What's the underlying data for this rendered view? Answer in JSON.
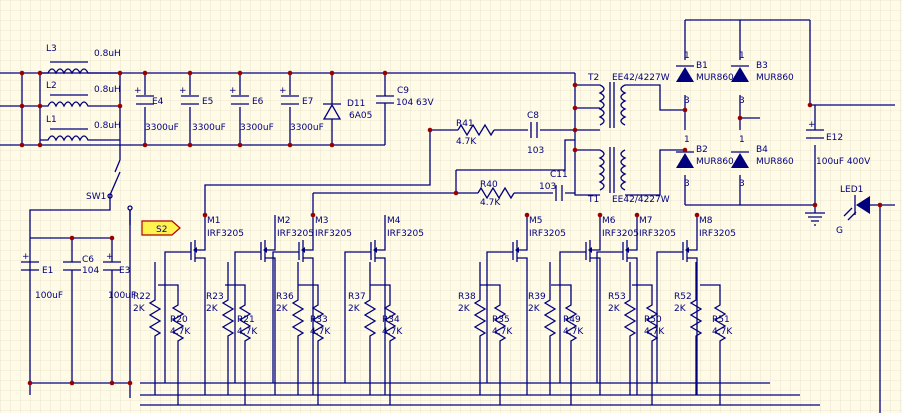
{
  "colors": {
    "background": "#fffbe6",
    "grid": "#d9d3bf",
    "wire": "#00007f",
    "pin": "#b00000",
    "label": "#00007f"
  },
  "inductors": [
    {
      "ref": "L3",
      "value": "0.8uH"
    },
    {
      "ref": "L2",
      "value": "0.8uH"
    },
    {
      "ref": "L1",
      "value": "0.8uH"
    }
  ],
  "caps": {
    "e4": {
      "ref": "E4",
      "value": "3300uF"
    },
    "e5": {
      "ref": "E5",
      "value": "3300uF"
    },
    "e6": {
      "ref": "E6",
      "value": "3300uF"
    },
    "e7": {
      "ref": "E7",
      "value": "3300uF"
    },
    "c9": {
      "ref": "C9",
      "value": "104 63V"
    },
    "c8": {
      "ref": "C8",
      "value": "103"
    },
    "c11": {
      "ref": "C11",
      "value": "103"
    },
    "e1": {
      "ref": "E1",
      "value": "100uF"
    },
    "c6": {
      "ref": "C6",
      "value": "104"
    },
    "e3": {
      "ref": "E3",
      "value": "100uF"
    },
    "e12": {
      "ref": "E12",
      "value": "100uF 400V"
    }
  },
  "diodes": {
    "d11": {
      "ref": "D11",
      "value": "6A05"
    },
    "b1": {
      "ref": "B1",
      "value": "MUR860"
    },
    "b2": {
      "ref": "B2",
      "value": "MUR860"
    },
    "b3": {
      "ref": "B3",
      "value": "MUR860"
    },
    "b4": {
      "ref": "B4",
      "value": "MUR860"
    },
    "pin1": "1",
    "pin3": "3"
  },
  "transformers": {
    "t2": {
      "ref": "T2",
      "value": "EE42/4227W"
    },
    "t1": {
      "ref": "T1",
      "value": "EE42/4227W"
    }
  },
  "resistors_series": {
    "r41": {
      "ref": "R41",
      "value": "4.7K"
    },
    "r40": {
      "ref": "R40",
      "value": "4.7K"
    }
  },
  "switch": {
    "ref": "SW1"
  },
  "port": {
    "label": "S2"
  },
  "led": {
    "ref": "LED1",
    "pin": "G"
  },
  "mosfets": [
    {
      "ref": "M1",
      "value": "IRF3205"
    },
    {
      "ref": "M2",
      "value": "IRF3205"
    },
    {
      "ref": "M3",
      "value": "IRF3205"
    },
    {
      "ref": "M4",
      "value": "IRF3205"
    },
    {
      "ref": "M5",
      "value": "IRF3205"
    },
    {
      "ref": "M6",
      "value": "IRF3205"
    },
    {
      "ref": "M7",
      "value": "IRF3205"
    },
    {
      "ref": "M8",
      "value": "IRF3205"
    }
  ],
  "gate_resistors": [
    {
      "ref": "R22",
      "value": "2K"
    },
    {
      "ref": "R23",
      "value": "2K"
    },
    {
      "ref": "R36",
      "value": "2K"
    },
    {
      "ref": "R37",
      "value": "2K"
    },
    {
      "ref": "R38",
      "value": "2K"
    },
    {
      "ref": "R39",
      "value": "2K"
    },
    {
      "ref": "R53",
      "value": "2K"
    },
    {
      "ref": "R52",
      "value": "2K"
    }
  ],
  "pulldown_resistors": [
    {
      "ref": "R20",
      "value": "4.7K"
    },
    {
      "ref": "R21",
      "value": "4.7K"
    },
    {
      "ref": "R33",
      "value": "4.7K"
    },
    {
      "ref": "R34",
      "value": "4.7K"
    },
    {
      "ref": "R35",
      "value": "4.7K"
    },
    {
      "ref": "R49",
      "value": "4.7K"
    },
    {
      "ref": "R50",
      "value": "4.7K"
    },
    {
      "ref": "R51",
      "value": "4.7K"
    }
  ]
}
